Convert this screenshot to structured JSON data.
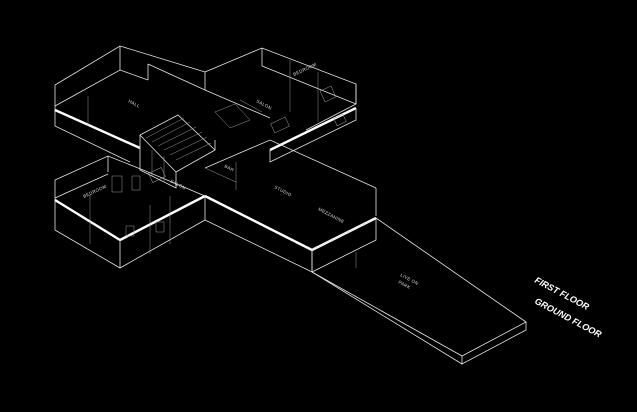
{
  "labels": {
    "first_floor": "FIRST FLOOR",
    "ground_floor": "GROUND FLOOR"
  },
  "rooms": {
    "hall": "HALL",
    "bedroom_top": "BEDROOM",
    "salon_top": "SALON",
    "bedroom_left": "BEDROOM",
    "salon_left": "SALON",
    "bar": "BAR",
    "studio": "STUDIO",
    "mezzanine": "MEZZANINE",
    "live_on_1": "LIVE ON",
    "live_on_2": "PARK"
  },
  "colors": {
    "background": "#000000",
    "line": "#e6e6e6",
    "slab": "#ffffff"
  }
}
